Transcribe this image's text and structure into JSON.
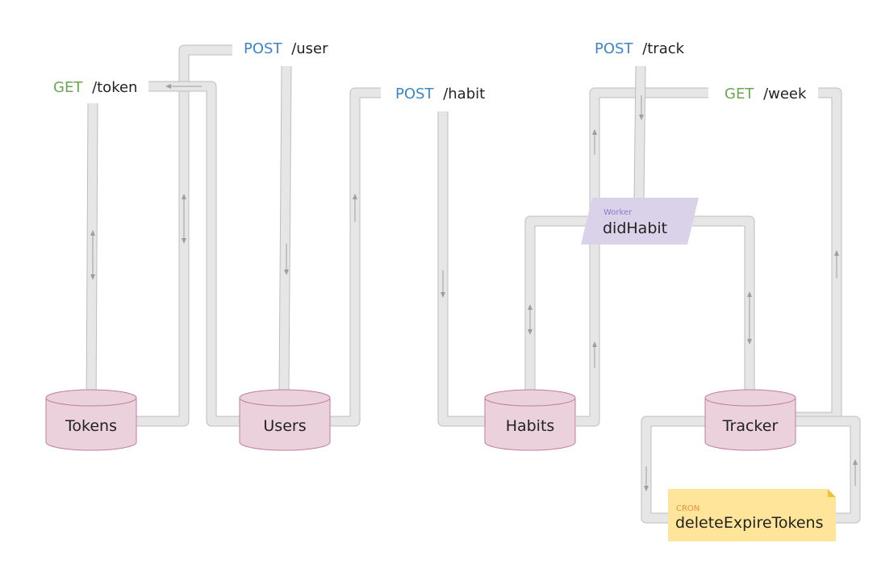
{
  "endpoints": {
    "get_token": {
      "method": "GET",
      "path": "/token",
      "method_color": "#6aa84f"
    },
    "post_user": {
      "method": "POST",
      "path": "/user",
      "method_color": "#3d85c6"
    },
    "post_habit": {
      "method": "POST",
      "path": "/habit",
      "method_color": "#3d85c6"
    },
    "post_track": {
      "method": "POST",
      "path": "/track",
      "method_color": "#3d85c6"
    },
    "get_week": {
      "method": "GET",
      "path": "/week",
      "method_color": "#6aa84f"
    }
  },
  "databases": {
    "tokens": "Tokens",
    "users": "Users",
    "habits": "Habits",
    "tracker": "Tracker"
  },
  "worker": {
    "kind": "Worker",
    "name": "didHabit",
    "fill": "#d9d2e9",
    "kind_color": "#8e7cc3"
  },
  "cron": {
    "kind": "CRON",
    "name": "deleteExpireTokens",
    "fill": "#ffe599",
    "kind_color": "#e69138"
  },
  "db_fill": "#ead1dc",
  "db_stroke": "#c27ba0"
}
